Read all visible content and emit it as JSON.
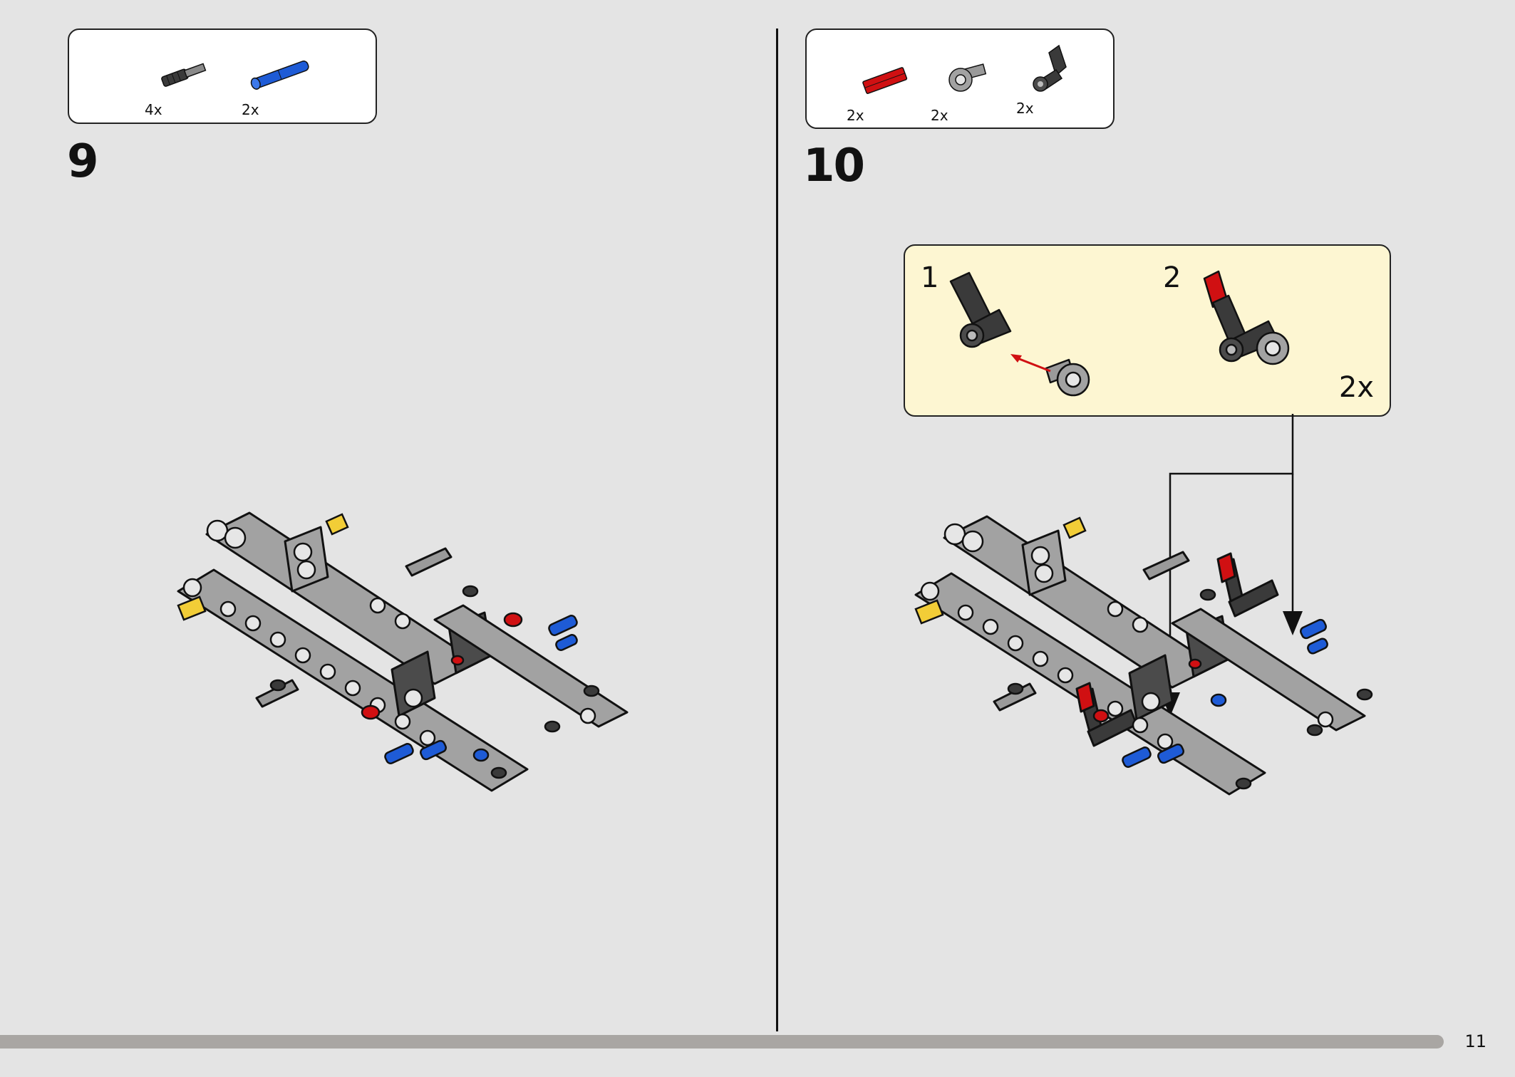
{
  "colors": {
    "background": "#e4e4e4",
    "callout": "#fdf6d2",
    "beam_gray": "#a2a2a2",
    "dark_gray": "#4b4b4b",
    "red": "#d01012",
    "blue": "#1e5bd6",
    "yellow": "#f2cd37"
  },
  "step9": {
    "number": "9",
    "parts": [
      {
        "icon": "friction-pin-with-axle-icon",
        "count": "4x"
      },
      {
        "icon": "blue-long-pin-icon",
        "count": "2x"
      }
    ]
  },
  "step10": {
    "number": "10",
    "parts": [
      {
        "icon": "red-axle-icon",
        "count": "2x"
      },
      {
        "icon": "gray-axle-connector-icon",
        "count": "2x"
      },
      {
        "icon": "angle-connector-icon",
        "count": "2x"
      }
    ],
    "subassembly": {
      "sub_steps": [
        "1",
        "2"
      ],
      "multiplier": "2x"
    }
  },
  "page_number": "11"
}
